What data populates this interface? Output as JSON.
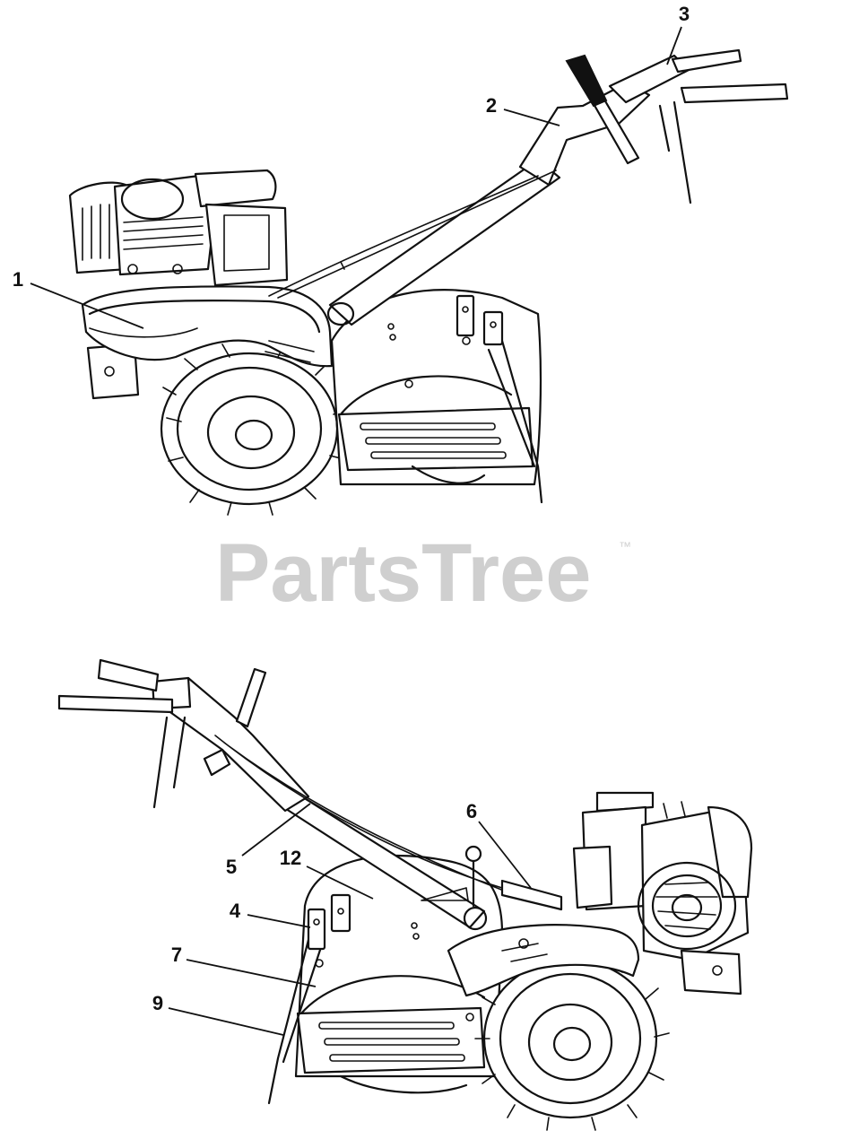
{
  "watermark": {
    "text": "PartsTree",
    "trademark": "™"
  },
  "callouts": {
    "c1": "1",
    "c2": "2",
    "c3": "3",
    "c4": "4",
    "c5": "5",
    "c6": "6",
    "c7": "7",
    "c9": "9",
    "c12": "12"
  }
}
